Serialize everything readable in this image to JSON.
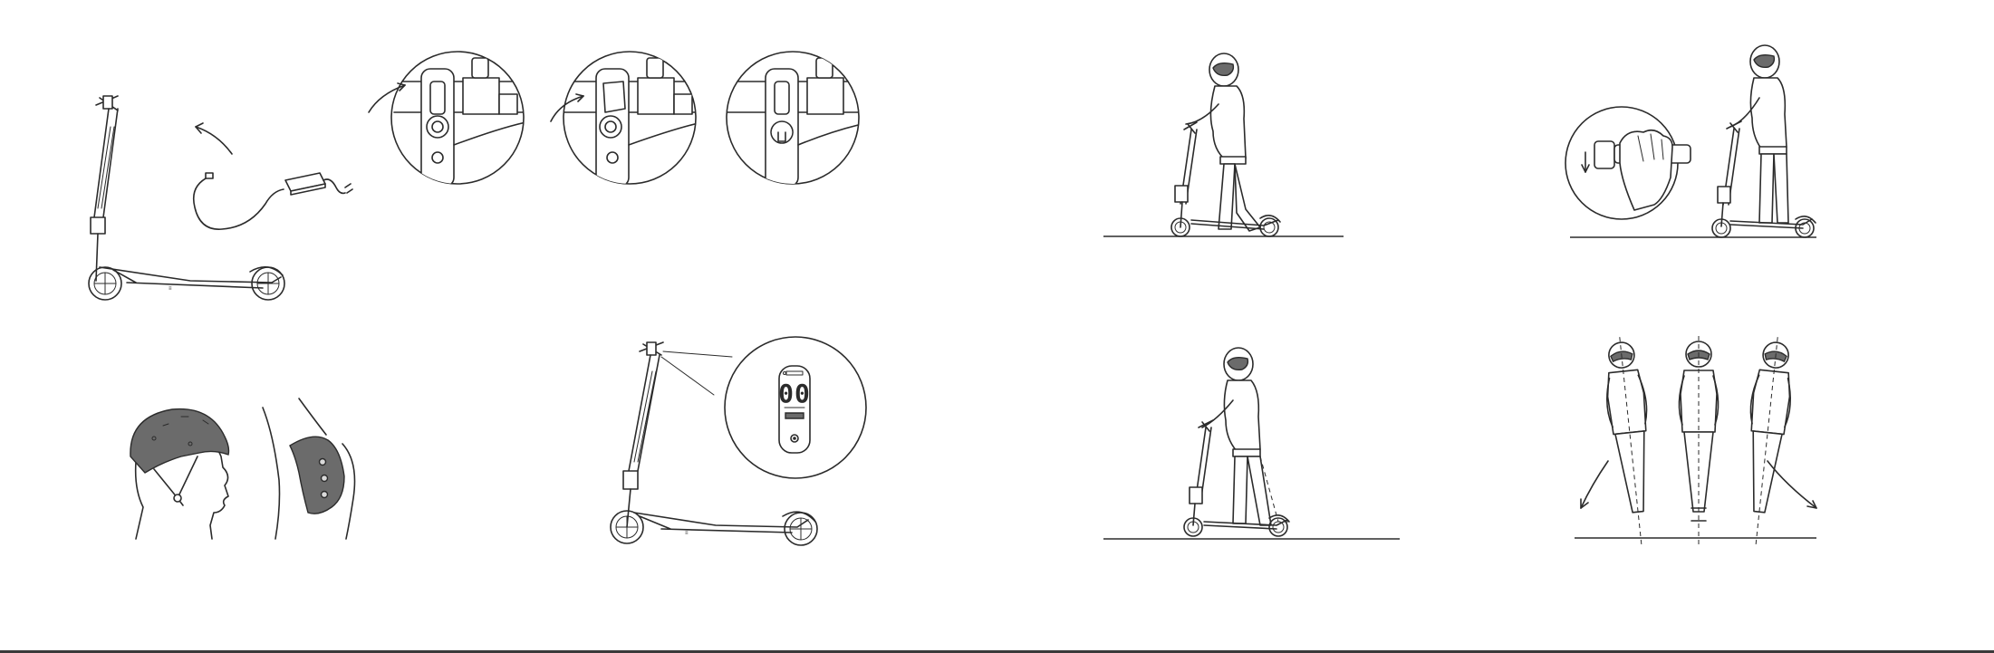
{
  "display": {
    "speed_readout": "00"
  },
  "colors": {
    "line": "#2b2b2b",
    "pad_fill": "#6b6b6b",
    "background": "#ffffff"
  },
  "figures": [
    {
      "id": "charging",
      "icon": "scooter-with-charger"
    },
    {
      "id": "charge-port-detail",
      "icon": "charge-port-zoom"
    },
    {
      "id": "protective-gear",
      "icon": "helmet-and-knee-pad"
    },
    {
      "id": "dashboard-detail",
      "icon": "scooter-dashboard-zoom"
    },
    {
      "id": "mount-scooter",
      "icon": "rider-stepping-on"
    },
    {
      "id": "throttle",
      "icon": "thumb-throttle"
    },
    {
      "id": "push-off",
      "icon": "rider-kicking-off"
    },
    {
      "id": "lean-to-turn",
      "icon": "rider-leaning"
    }
  ]
}
